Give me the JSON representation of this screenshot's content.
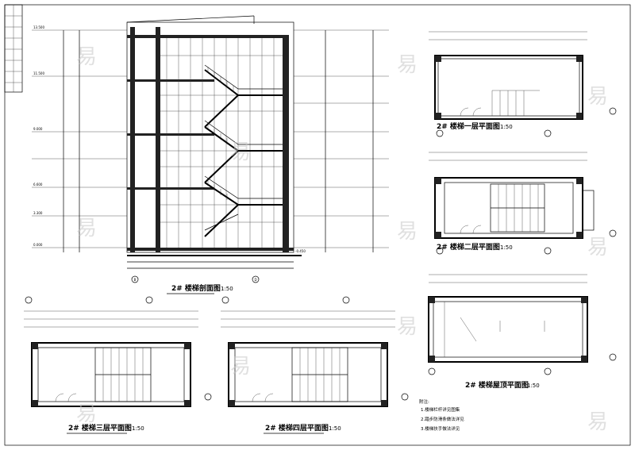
{
  "section": {
    "title": "2# 楼梯剖面图",
    "scale": "1:50",
    "levels": [
      "13.500",
      "11.500",
      "9.000",
      "6.600",
      "3.300",
      "0.000",
      "-0.450"
    ],
    "grid_left": "B",
    "grid_right": "D"
  },
  "plans": [
    {
      "id": "plan1",
      "title": "2# 楼梯一层平面图",
      "scale": "1:50"
    },
    {
      "id": "plan2",
      "title": "2# 楼梯二层平面图",
      "scale": "1:50"
    },
    {
      "id": "plan3",
      "title": "2# 楼梯三层平面图",
      "scale": "1:50"
    },
    {
      "id": "plan4",
      "title": "2# 楼梯四层平面图",
      "scale": "1:50"
    },
    {
      "id": "plan5",
      "title": "2# 楼梯屋顶平面图",
      "scale": "1:50"
    }
  ],
  "notes": {
    "heading": "附注:",
    "items": [
      "1.楼梯栏杆详见图集",
      "2.踏步防滑条做法详见",
      "3.楼梯扶手做法详见"
    ]
  },
  "watermark": "易"
}
